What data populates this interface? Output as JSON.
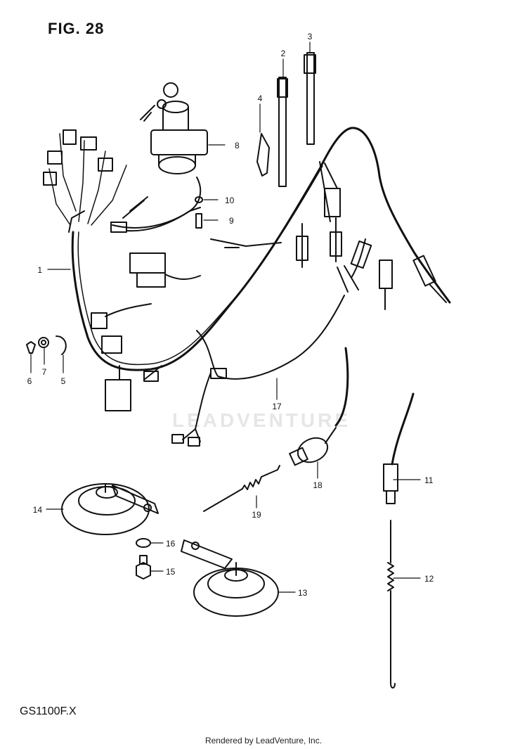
{
  "figure": {
    "title": "FIG. 28",
    "model": "GS1100F.X"
  },
  "watermark": "LEADVENTURE",
  "footer": "Rendered by LeadVenture, Inc.",
  "callouts": [
    {
      "id": "c1",
      "label": "1"
    },
    {
      "id": "c2",
      "label": "2"
    },
    {
      "id": "c3",
      "label": "3"
    },
    {
      "id": "c4",
      "label": "4"
    },
    {
      "id": "c5",
      "label": "5"
    },
    {
      "id": "c6",
      "label": "6"
    },
    {
      "id": "c7",
      "label": "7"
    },
    {
      "id": "c8",
      "label": "8"
    },
    {
      "id": "c9",
      "label": "9"
    },
    {
      "id": "c10",
      "label": "10"
    },
    {
      "id": "c11",
      "label": "11"
    },
    {
      "id": "c12",
      "label": "12"
    },
    {
      "id": "c13",
      "label": "13"
    },
    {
      "id": "c14",
      "label": "14"
    },
    {
      "id": "c15",
      "label": "15"
    },
    {
      "id": "c16",
      "label": "16"
    },
    {
      "id": "c17",
      "label": "17"
    },
    {
      "id": "c18",
      "label": "18"
    },
    {
      "id": "c19",
      "label": "19"
    }
  ],
  "colors": {
    "ink": "#111111",
    "watermark": "#e6e6e6",
    "background": "#ffffff"
  }
}
